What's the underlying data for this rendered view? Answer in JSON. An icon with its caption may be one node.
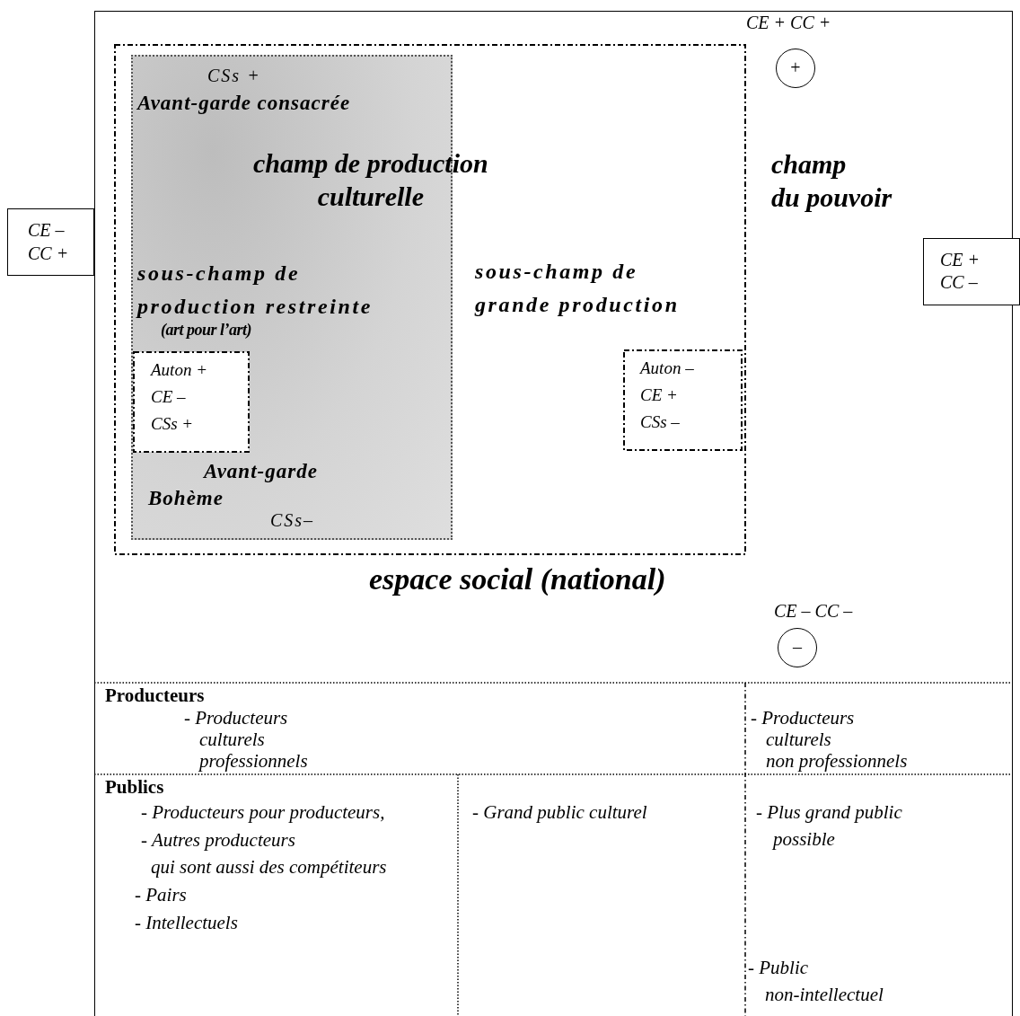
{
  "diagram": {
    "nodes": [
      {
        "text": [
          "champ du pouvoir",
          "espace social (national)"
        ]
      },
      {
        "text": [
          "sous-champ de grande production"
        ],
        "in": 0
      },
      {
        "text": [
          "CSs +",
          "Avant-garde consacrée",
          "sous-champ de production restreinte",
          "(art pour l’art)",
          "Avant-garde Bohème",
          "CSs–"
        ],
        "in": 1
      },
      {
        "text": [
          "Auton +",
          "CE –",
          "CSs +"
        ],
        "in": 2
      },
      {
        "text": [
          "Auton –",
          "CE +",
          "CSs –"
        ],
        "in": 1
      },
      {
        "text": [
          "+"
        ],
        "beside": [
          "CE + CC +"
        ],
        "in": 0
      },
      {
        "text": [
          "–"
        ],
        "beside": [
          "CE – CC –"
        ],
        "in": 0
      },
      {
        "text": [
          "CE –",
          "CC +"
        ]
      },
      {
        "text": [
          "CE +",
          "CC –"
        ]
      }
    ],
    "labels": [
      "champ de production culturelle",
      "Producteurs",
      "- Producteurs culturels professionnels",
      "- Producteurs culturels non professionnels",
      "Publics",
      "- Producteurs pour producteurs,",
      "- Autres producteurs qui sont aussi des compétiteurs",
      "- Pairs",
      "- Intellectuels",
      "- Grand public culturel",
      "- Plus grand public possible",
      "- Public non-intellectuel"
    ]
  }
}
